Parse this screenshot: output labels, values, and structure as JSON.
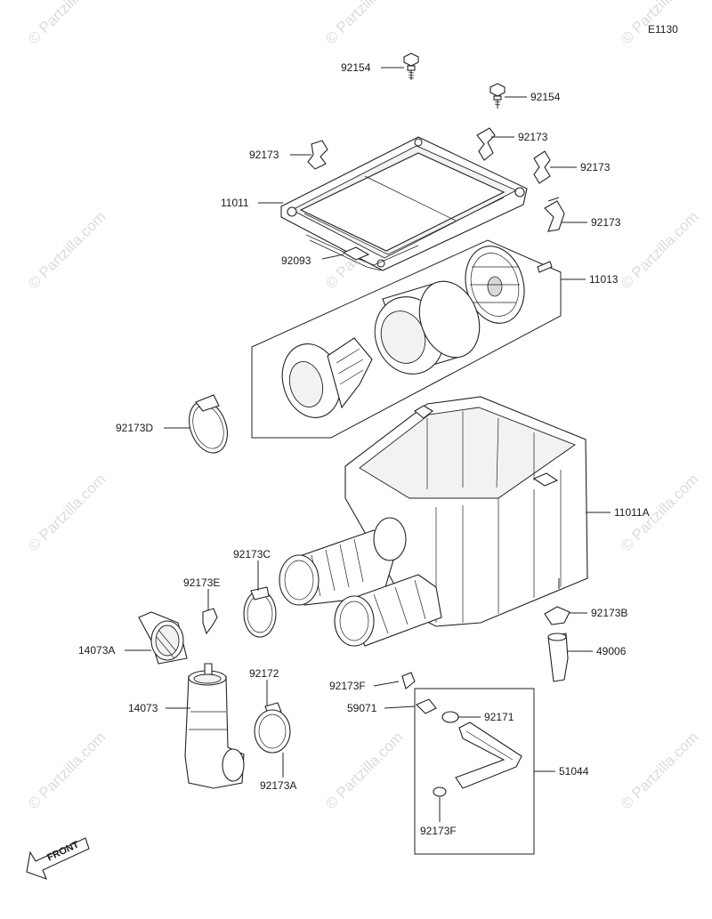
{
  "diagram_code": "E1130",
  "watermark": "© Partzilla.com",
  "front_label": "FRONT",
  "parts": {
    "p92154a": "92154",
    "p92154b": "92154",
    "p92173a": "92173",
    "p92173b": "92173",
    "p92173c": "92173",
    "p92173d": "92173",
    "p11011": "11011",
    "p92093": "92093",
    "p11013": "11013",
    "p92173D": "92173D",
    "p11011A": "11011A",
    "p92173C": "92173C",
    "p92173E": "92173E",
    "p92173B": "92173B",
    "p14073A": "14073A",
    "p49006": "49006",
    "p92172": "92172",
    "p92173F_1": "92173F",
    "p14073": "14073",
    "p59071": "59071",
    "p92171": "92171",
    "p51044": "51044",
    "p92173A": "92173A",
    "p92173F_2": "92173F"
  }
}
